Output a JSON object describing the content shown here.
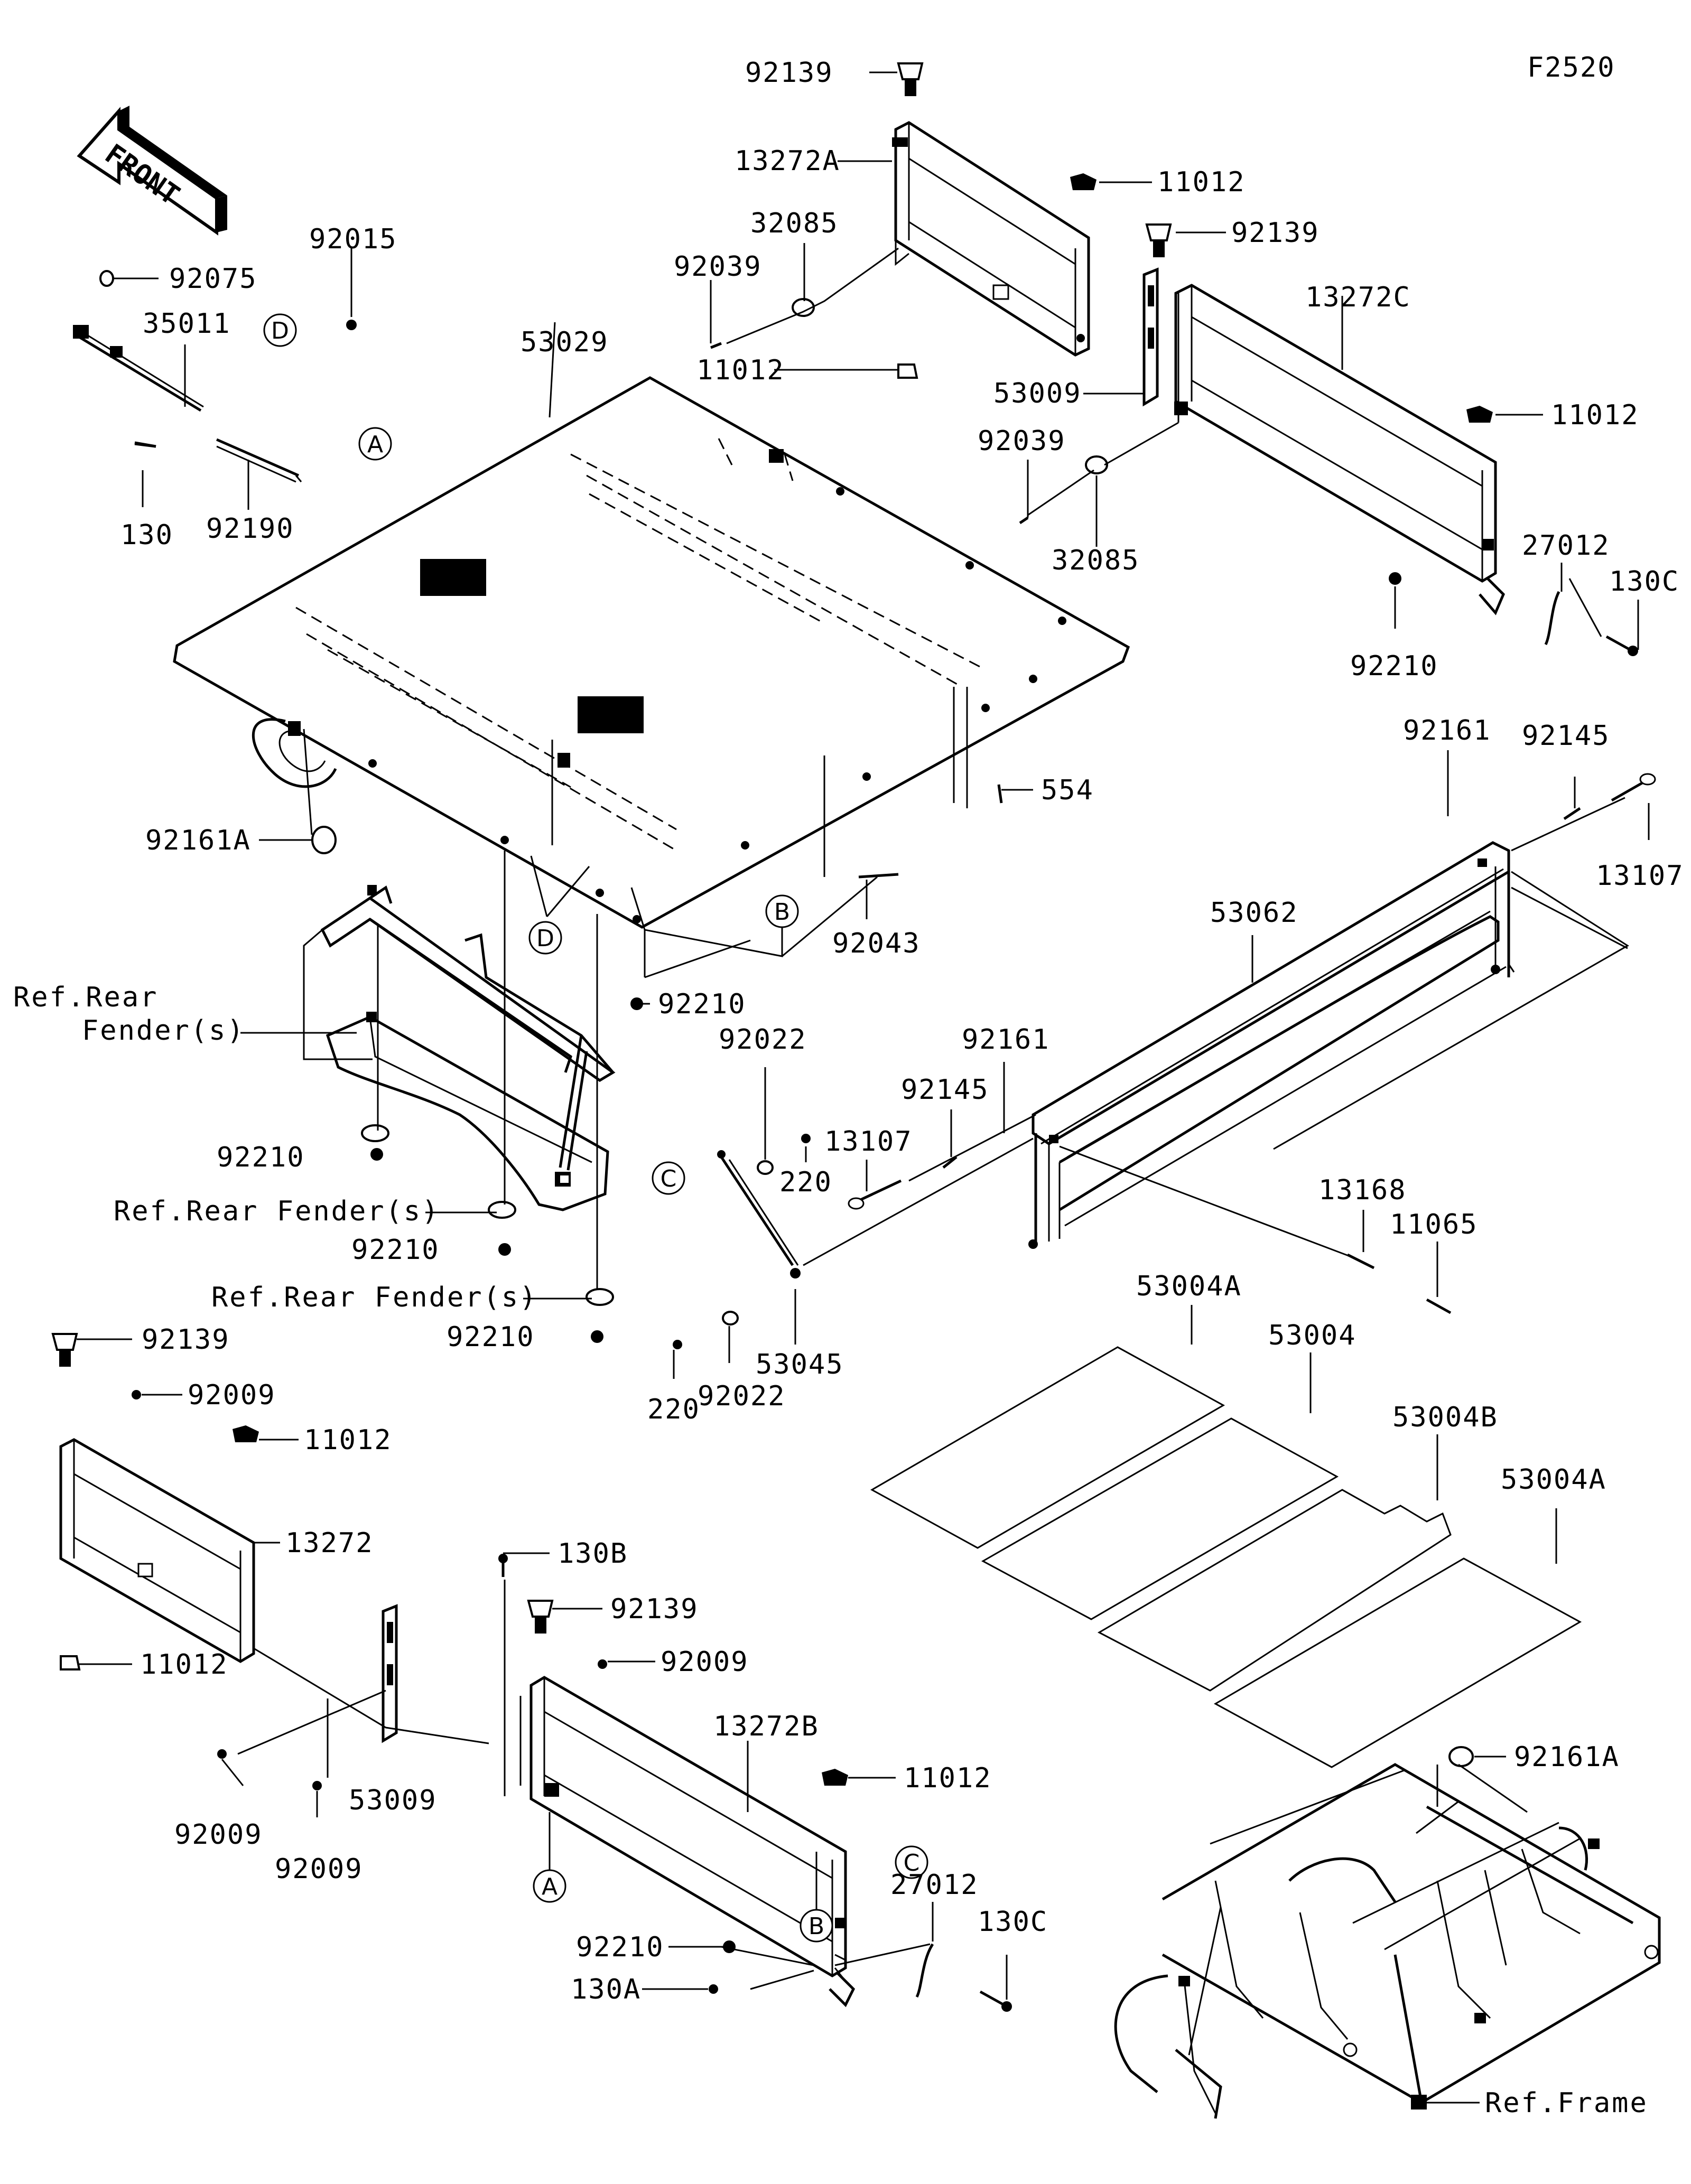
{
  "diagram": {
    "figure_code": "F2520",
    "direction_arrow": "FRONT",
    "callouts": [
      "A",
      "B",
      "C",
      "D"
    ],
    "parts": {
      "p92139_a": "92139",
      "p13272A": "13272A",
      "p11012_a": "11012",
      "p32085_a": "32085",
      "p92039_a": "92039",
      "p11012_b": "11012",
      "p92139_b": "92139",
      "p13272C": "13272C",
      "p53009_a": "53009",
      "p11012_c": "11012",
      "p92039_b": "92039",
      "p32085_b": "32085",
      "p27012_a": "27012",
      "p130C_a": "130C",
      "p92210_a": "92210",
      "p92015": "92015",
      "p92075": "92075",
      "p35011": "35011",
      "p53029": "53029",
      "p130": "130",
      "p92190": "92190",
      "p92161A_a": "92161A",
      "p554": "554",
      "p92161_a": "92161",
      "p92145_a": "92145",
      "p13107_a": "13107",
      "p53062": "53062",
      "p92043": "92043",
      "p92210_b": "92210",
      "p92022_a": "92022",
      "p220_a": "220",
      "p92161_b": "92161",
      "p92145_b": "92145",
      "p13107_b": "13107",
      "p92210_c": "92210",
      "p92210_d": "92210",
      "p92210_e": "92210",
      "p13168": "13168",
      "p11065": "11065",
      "p53045": "53045",
      "p220_b": "220",
      "p92022_b": "92022",
      "p53004A_a": "53004A",
      "p53004": "53004",
      "p53004B": "53004B",
      "p53004A_b": "53004A",
      "p92139_c": "92139",
      "p92009_a": "92009",
      "p11012_d": "11012",
      "p13272": "13272",
      "p11012_e": "11012",
      "p130B": "130B",
      "p92139_d": "92139",
      "p92009_b": "92009",
      "p13272B": "13272B",
      "p11012_f": "11012",
      "p53009_b": "53009",
      "p92009_c": "92009",
      "p92009_d": "92009",
      "p92210_f": "92210",
      "p130A": "130A",
      "p27012_b": "27012",
      "p130C_b": "130C",
      "p92161A_b": "92161A"
    },
    "references": {
      "rear_fender_1a": "Ref.Rear",
      "rear_fender_1b": "Fender(s)",
      "rear_fender_2": "Ref.Rear Fender(s)",
      "rear_fender_3": "Ref.Rear Fender(s)",
      "frame": "Ref.Frame"
    }
  }
}
